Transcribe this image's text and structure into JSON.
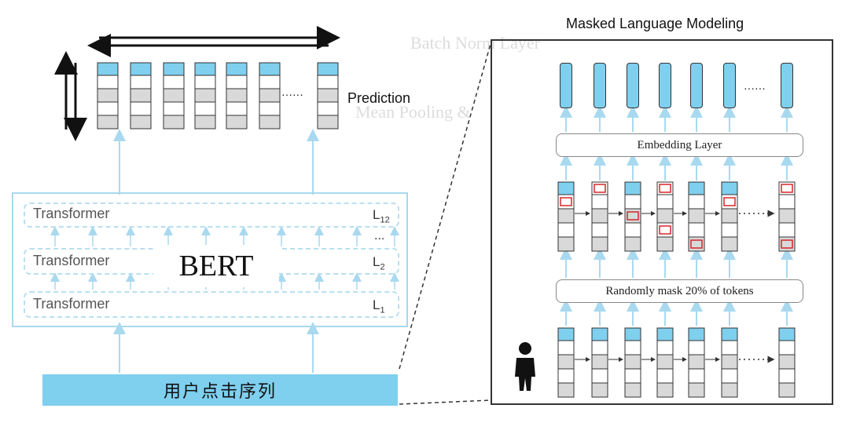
{
  "background_text": {
    "batch_norm": "Batch Norm Layer",
    "mean_pooling": "Mean Pooling &"
  },
  "left": {
    "prediction_label": "Prediction",
    "dots": "······",
    "layers": [
      {
        "label": "Transformer",
        "tag": "L",
        "sub": "12"
      },
      {
        "label": "Transformer",
        "tag": "L",
        "sub": "2"
      },
      {
        "label": "Transformer",
        "tag": "L",
        "sub": "1"
      }
    ],
    "layer_dots": "...",
    "bert_label": "BERT",
    "input_label": "用户点击序列"
  },
  "right": {
    "title": "Masked Language Modeling",
    "embedding_label": "Embedding Layer",
    "mask_label": "Randomly mask 20% of tokens",
    "dots": "······"
  },
  "colors": {
    "blue": "#7fcfee",
    "arrow": "#a9d9ef",
    "mask_red": "#d8262c",
    "gray_cell": "#d9d9d9"
  }
}
